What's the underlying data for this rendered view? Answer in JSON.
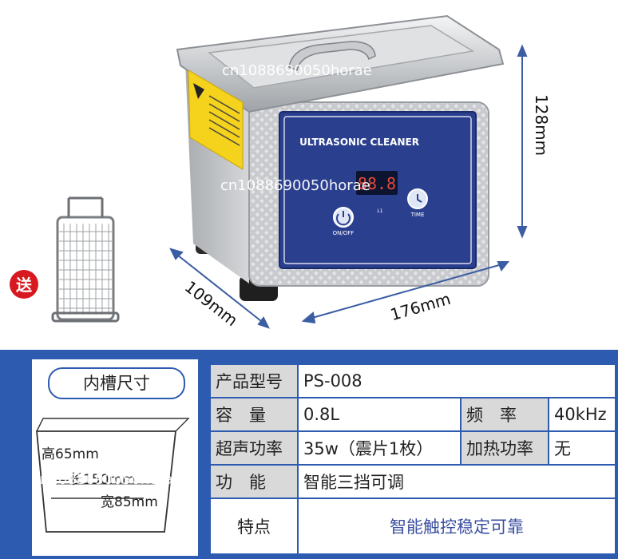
{
  "dimensions": {
    "height": "128mm",
    "length": "176mm",
    "depth": "109mm"
  },
  "gift_label": "送",
  "panel": {
    "brand_text": "ULTRASONIC CLEANER",
    "display": "88.8",
    "on_off_label": "ON/OFF",
    "time_label": "TIME",
    "l1_label": "L1"
  },
  "inner_tank": {
    "title": "内槽尺寸",
    "height": "高65mm",
    "length": "长150mm",
    "width": "宽85mm"
  },
  "spec": {
    "model_label": "产品型号",
    "model_value": "PS-008",
    "capacity_label": "容　量",
    "capacity_value": "0.8L",
    "freq_label": "频　率",
    "freq_value": "40kHz",
    "power_label": "超声功率",
    "power_value": "35w（震片1枚）",
    "heat_label": "加热功率",
    "heat_value": "无",
    "func_label": "功　能",
    "func_value": "智能三挡可调",
    "feature_label": "特点",
    "feature_value": "智能触控稳定可靠"
  },
  "watermark": "cn1088690050horae"
}
